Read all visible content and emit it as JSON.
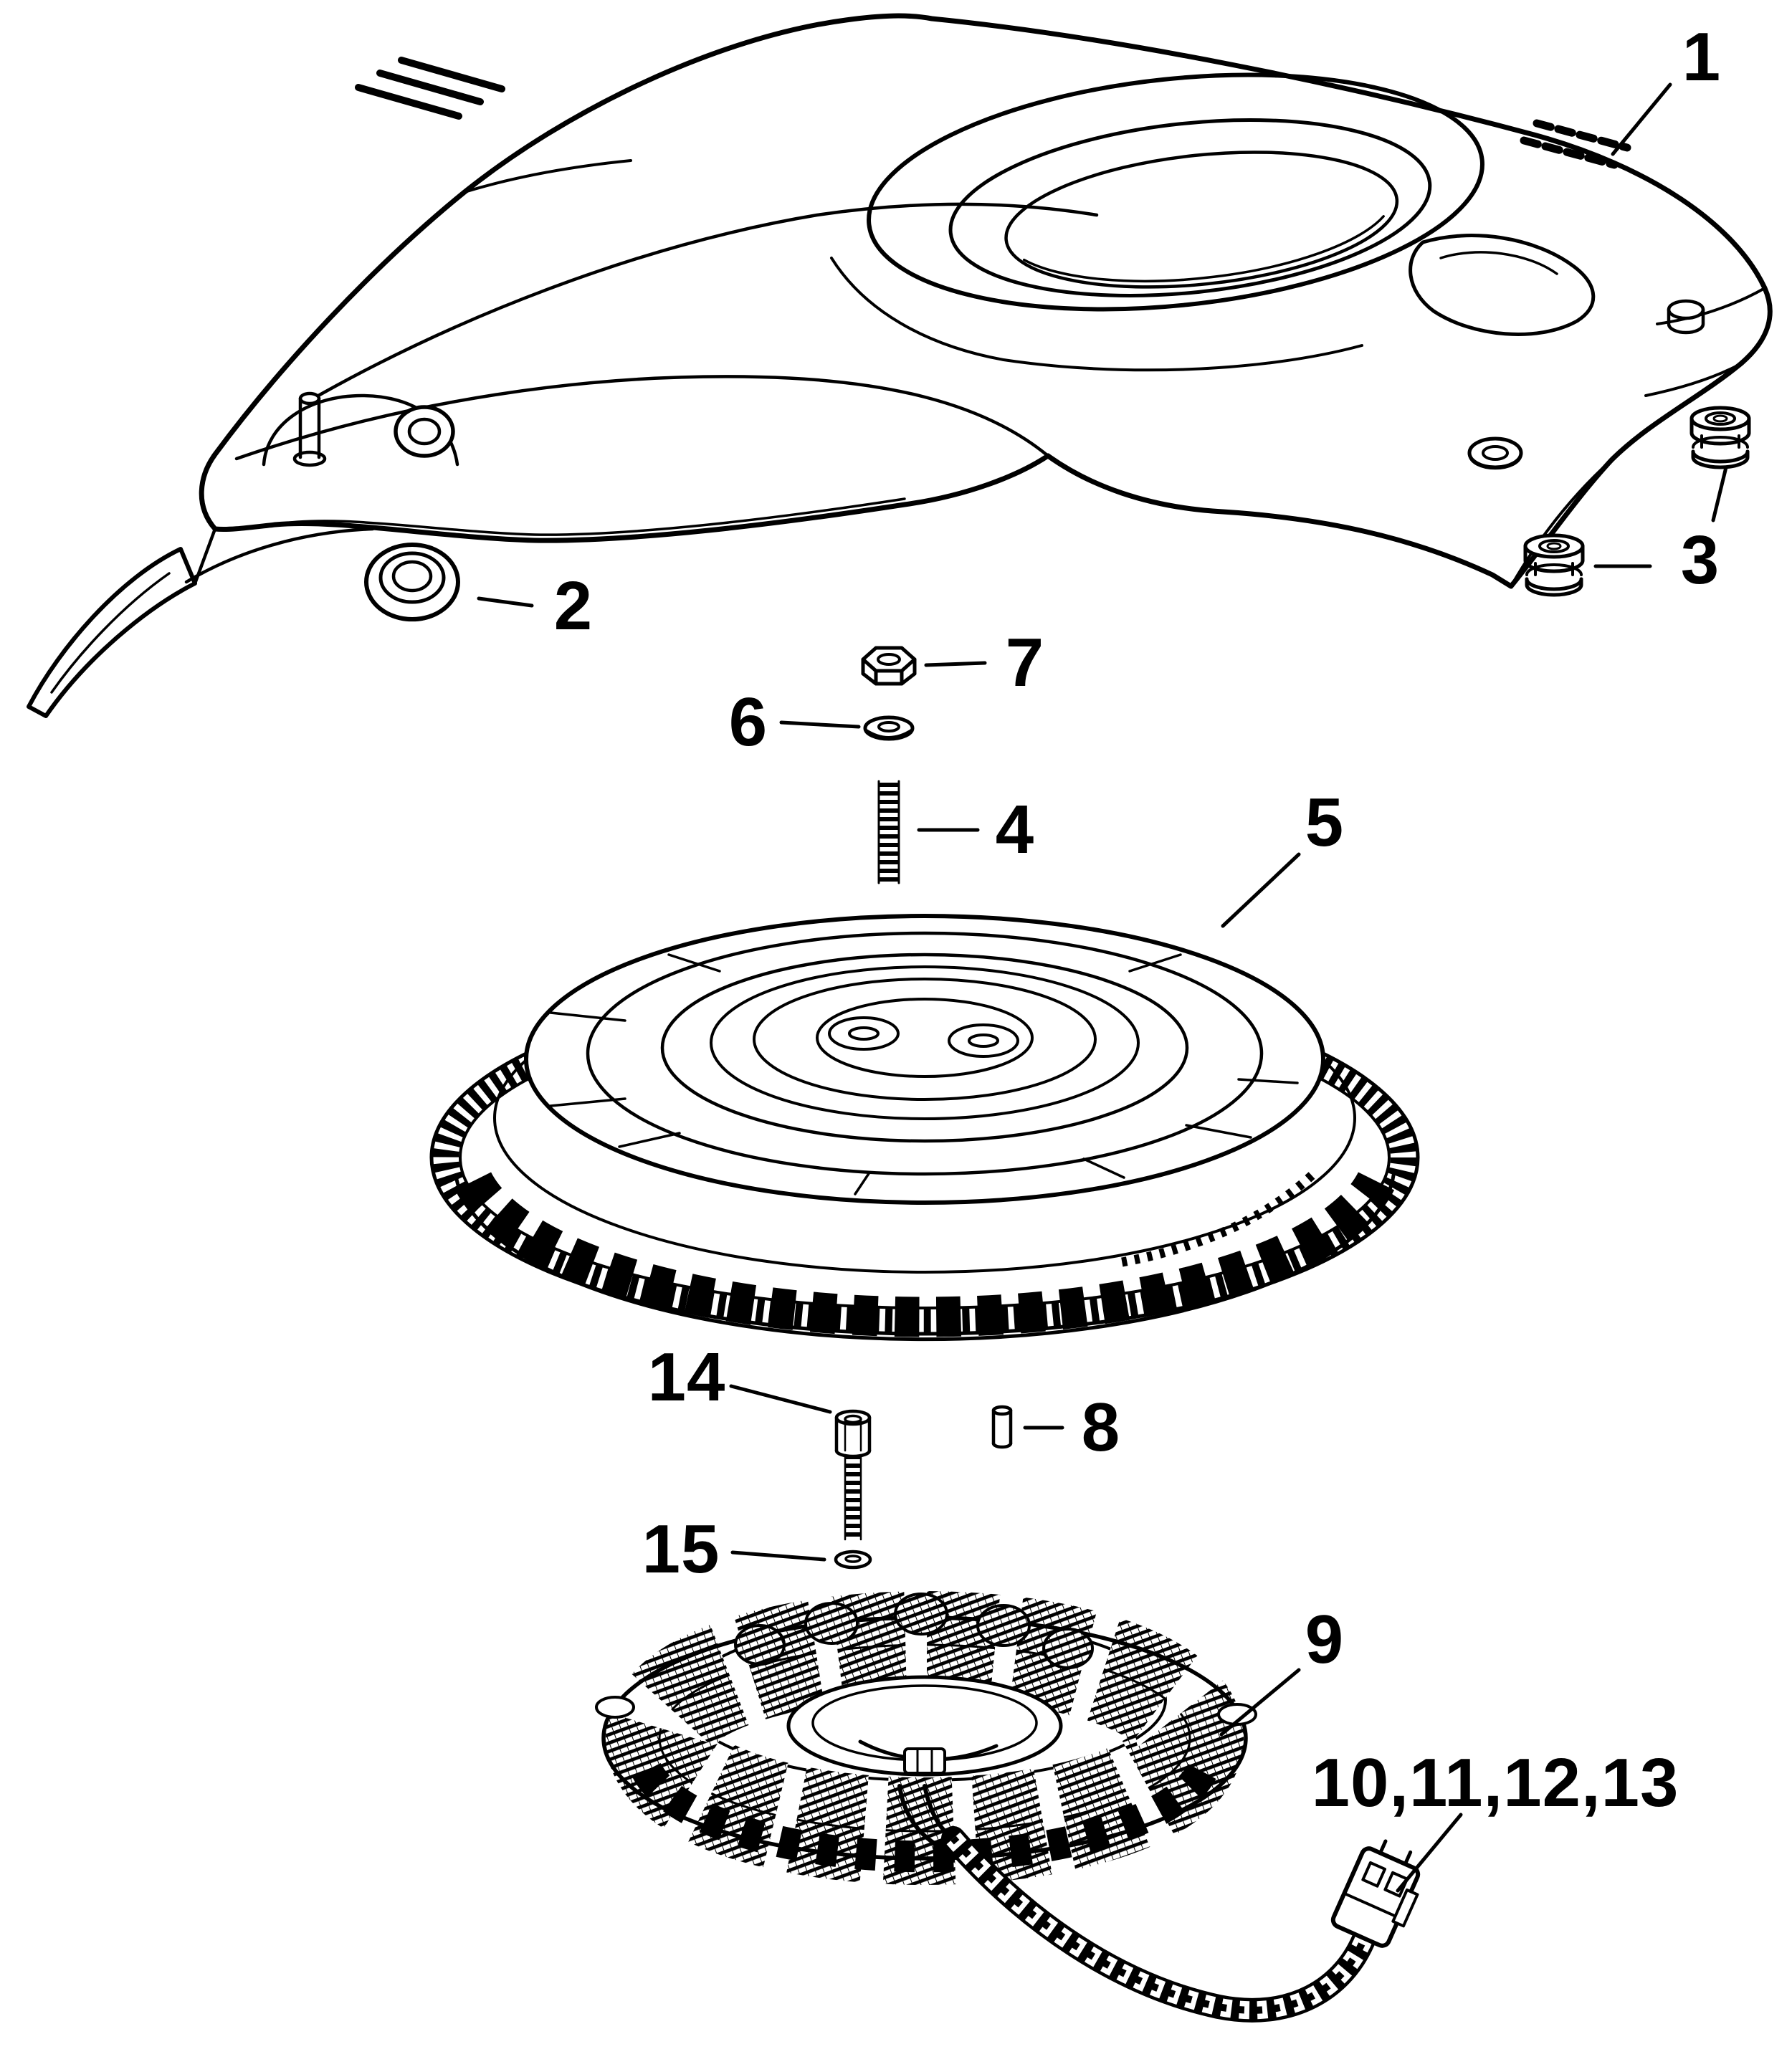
{
  "diagram": {
    "background_color": "#ffffff",
    "ink_color": "#000000",
    "callouts": {
      "c1": "1",
      "c2": "2",
      "c3": "3",
      "c4": "4",
      "c5": "5",
      "c6": "6",
      "c7": "7",
      "c8": "8",
      "c9": "9",
      "c10_13": "10,11,12,13",
      "c14": "14",
      "c15": "15"
    }
  }
}
